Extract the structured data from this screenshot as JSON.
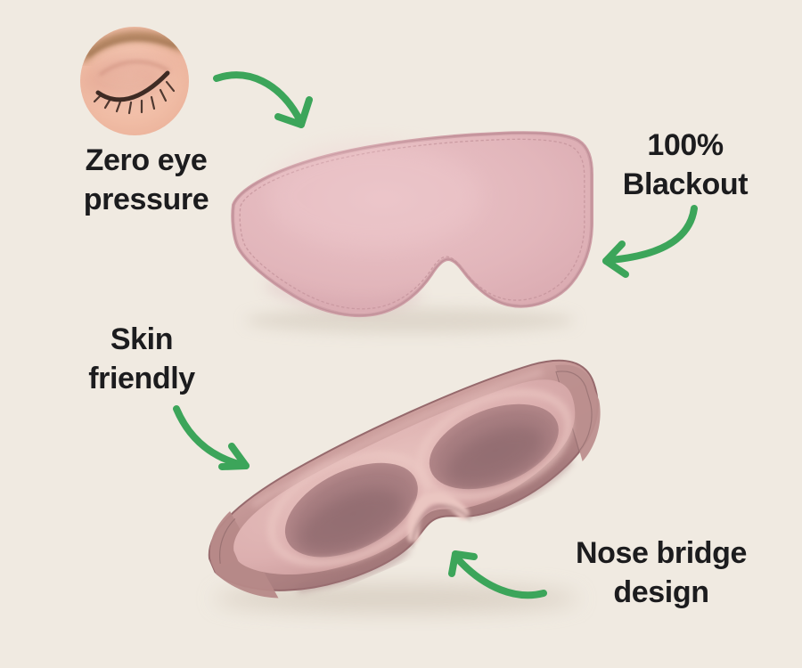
{
  "features": {
    "zero_eye_pressure": {
      "line1": "Zero eye",
      "line2": "pressure"
    },
    "blackout": {
      "line1": "100%",
      "line2": "Blackout"
    },
    "skin_friendly": {
      "line1": "Skin",
      "line2": "friendly"
    },
    "nose_bridge": {
      "line1": "Nose bridge",
      "line2": "design"
    }
  },
  "icons": {
    "curved_arrow": "curved-arrow"
  },
  "images": {
    "closed_eye": "closed-eye-photo",
    "mask_front": "eye-mask-front-view",
    "mask_inside": "eye-mask-inside-view"
  },
  "colors": {
    "background": "#F0EAE1",
    "text": "#1C1C1E",
    "arrow": "#3CA55A",
    "mask_front": "#E2B6BB",
    "mask_front_edge": "#CFA0A7",
    "mask_shell": "#BA8D8D",
    "mask_pad": "#DCAFAF",
    "mask_hollow": "#9E777B",
    "skin": "#F2C0A9",
    "eyebrow": "#A97B54",
    "lashes": "#3E2B24"
  }
}
